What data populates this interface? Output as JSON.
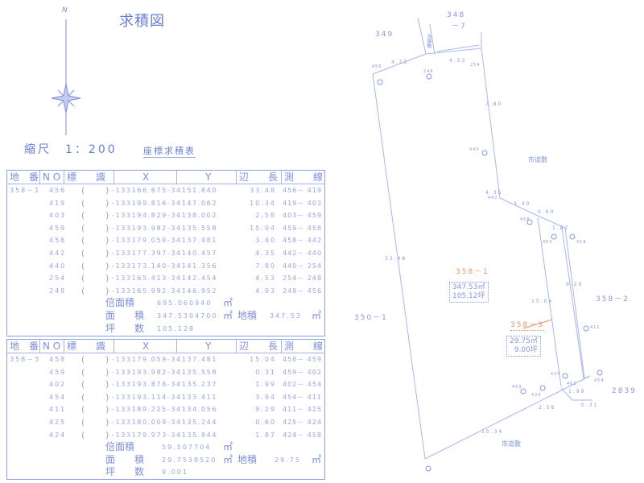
{
  "title": "求積図",
  "compass_label": "N",
  "scale": "縮尺　1：200",
  "table_title": "座標求積表",
  "headers": {
    "chiban": "地　番",
    "no": "N O",
    "mark": "標　　識",
    "x": "X",
    "y": "Y",
    "side": "辺　　長",
    "line": "測　　線"
  },
  "tables": [
    {
      "parcel": "358－1",
      "rows": [
        {
          "no": "456",
          "x": "133166.675",
          "y": "34151.840",
          "len": "33.48",
          "line": "456－ 419"
        },
        {
          "no": "419",
          "x": "133199.816",
          "y": "34147.062",
          "len": "10.34",
          "line": "419－ 403"
        },
        {
          "no": "403",
          "x": "133194.829",
          "y": "34138.002",
          "len": "2.58",
          "line": "403－ 459"
        },
        {
          "no": "459",
          "x": "133193.982",
          "y": "34135.558",
          "len": "15.04",
          "line": "459－ 458"
        },
        {
          "no": "458",
          "x": "133179.059",
          "y": "34137.481",
          "len": "3.40",
          "line": "458－ 442"
        },
        {
          "no": "442",
          "x": "133177.397",
          "y": "34140.457",
          "len": "4.35",
          "line": "442－ 440"
        },
        {
          "no": "440",
          "x": "133173.140",
          "y": "34141.356",
          "len": "7.80",
          "line": "440－ 254"
        },
        {
          "no": "254",
          "x": "133165.413",
          "y": "34142.454",
          "len": "4.53",
          "line": "254－ 248"
        },
        {
          "no": "248",
          "x": "133165.992",
          "y": "34146.952",
          "len": "4.93",
          "line": "248－ 456"
        }
      ],
      "double_area_label": "倍面積",
      "double_area": "695.060940",
      "unit": "㎡",
      "area_label": "面　　積",
      "area": "347.5304700",
      "land_area_label": "地積",
      "land_area": "347.53",
      "tsubo_label": "坪　　数",
      "tsubo": "105.128"
    },
    {
      "parcel": "358－3",
      "rows": [
        {
          "no": "458",
          "x": "133179.059",
          "y": "34137.481",
          "len": "15.04",
          "line": "458－ 459"
        },
        {
          "no": "459",
          "x": "133193.982",
          "y": "34135.558",
          "len": "0.31",
          "line": "459－ 402"
        },
        {
          "no": "402",
          "x": "133193.878",
          "y": "34135.237",
          "len": "1.99",
          "line": "402－ 454"
        },
        {
          "no": "454",
          "x": "133193.114",
          "y": "34133.411",
          "len": "3.94",
          "line": "454－ 411"
        },
        {
          "no": "411",
          "x": "133189.225",
          "y": "34134.056",
          "len": "9.29",
          "line": "411－ 425"
        },
        {
          "no": "425",
          "x": "133180.009",
          "y": "34135.244",
          "len": "0.60",
          "line": "425－ 424"
        },
        {
          "no": "424",
          "x": "133179.973",
          "y": "34135.844",
          "len": "1.87",
          "line": "424－ 458"
        }
      ],
      "double_area_label": "倍面積",
      "double_area": "59.507704",
      "unit": "㎡",
      "area_label": "面　　積",
      "area": "29.7538520",
      "land_area_label": "地積",
      "land_area": "29.75",
      "tsubo_label": "坪　　数",
      "tsubo": "9.001"
    }
  ],
  "map": {
    "neighbors": [
      "349",
      "348",
      "－7",
      "350－1",
      "358－2",
      "2839"
    ],
    "roads": [
      "市道敷",
      "市道敷"
    ],
    "top_lane": "水路敷",
    "parcel1": {
      "label": "358－1",
      "area": "347.53㎡",
      "tsubo": "105.12坪"
    },
    "parcel3": {
      "label": "358－3",
      "area": "29.75㎡",
      "tsubo": "9.00坪"
    },
    "lengths": [
      "4.23",
      "4.53",
      "7.80",
      "4.35",
      "3.40",
      "0.60",
      "1.87",
      "33.48",
      "15.04",
      "9.29",
      "10.34",
      "1.99",
      "0.31",
      "2.58"
    ],
    "points": [
      "456",
      "248",
      "254",
      "440",
      "442",
      "458",
      "424",
      "425",
      "411",
      "454",
      "403",
      "419",
      "459",
      "402"
    ]
  }
}
